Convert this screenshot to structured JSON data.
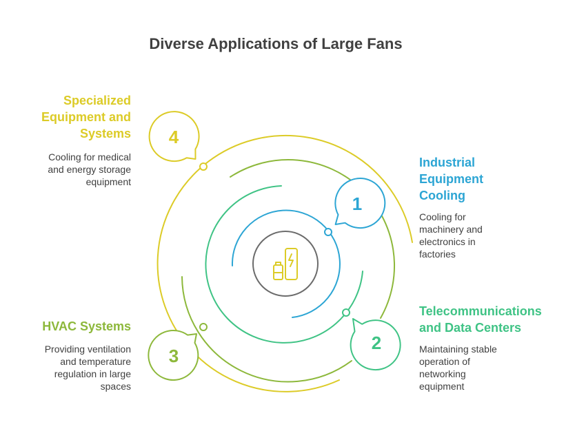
{
  "title": "Diverse Applications of Large Fans",
  "colors": {
    "yellow": "#DCCB27",
    "olive": "#8DB83B",
    "green": "#3FC385",
    "blue": "#2CA5D4",
    "gray": "#6B6B6B",
    "text": "#404040"
  },
  "center_icon": "battery-charging-icon",
  "items": [
    {
      "number": "1",
      "heading": "Industrial Equipment Cooling",
      "heading_lines": [
        "Industrial",
        "Equipment",
        "Cooling"
      ],
      "description_lines": [
        "Cooling for",
        "machinery and",
        "electronics in",
        "factories"
      ]
    },
    {
      "number": "2",
      "heading": "Telecommunications and Data Centers",
      "heading_lines": [
        "Telecommunications",
        "and Data Centers"
      ],
      "description_lines": [
        "Maintaining stable",
        "operation of",
        "networking",
        "equipment"
      ]
    },
    {
      "number": "3",
      "heading": "HVAC Systems",
      "heading_lines": [
        "HVAC Systems"
      ],
      "description_lines": [
        "Providing ventilation",
        "and temperature",
        "regulation in large",
        "spaces"
      ]
    },
    {
      "number": "4",
      "heading": "Specialized Equipment and Systems",
      "heading_lines": [
        "Specialized",
        "Equipment and",
        "Systems"
      ],
      "description_lines": [
        "Cooling for medical",
        "and energy storage",
        "equipment"
      ]
    }
  ]
}
